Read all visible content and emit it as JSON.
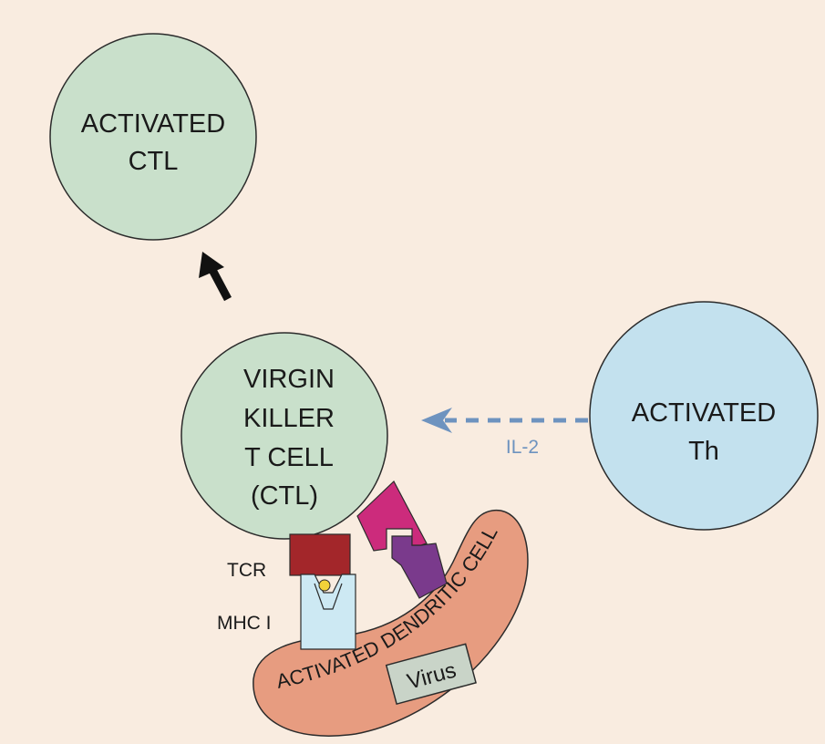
{
  "diagram": {
    "activated_ctl": {
      "line1": "ACTIVATED",
      "line2": "CTL"
    },
    "virgin_ctl": {
      "line1": "VIRGIN",
      "line2": "KILLER",
      "line3": "T CELL",
      "line4": "(CTL)"
    },
    "activated_th": {
      "line1": "ACTIVATED",
      "line2": "Th"
    },
    "il2_label": "IL-2",
    "tcr_label": "TCR",
    "mhc_label": "MHC I",
    "dendritic_label": "ACTIVATED DENDRITIC CELL",
    "virus_label": "Virus",
    "colors": {
      "background": "#f9ece0",
      "ctl_cell": "#c9e0cb",
      "th_cell": "#c3e1ee",
      "dendritic_cell": "#e79c80",
      "tcr": "#a3262a",
      "mhc": "#cde9f3",
      "magenta_receptor": "#cc2b7c",
      "purple_receptor": "#7a3a8c",
      "virus_box": "#c9d4c8",
      "il2_arrow": "#6e93bf"
    }
  }
}
